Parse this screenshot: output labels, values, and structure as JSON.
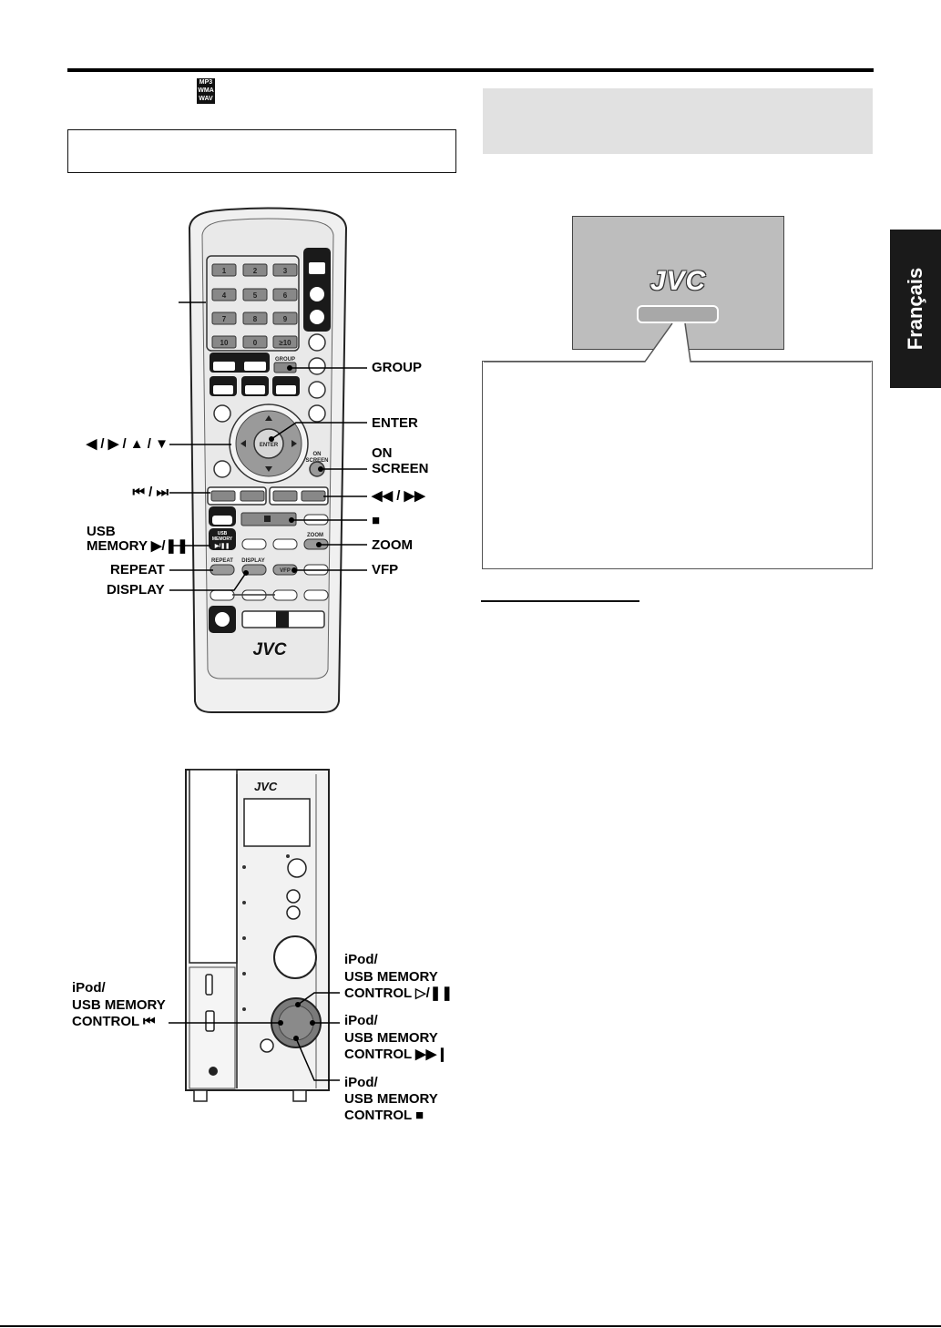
{
  "header": {
    "format_badge": [
      "MP3",
      "WMA",
      "WAV"
    ]
  },
  "side_tab": {
    "label": "Français"
  },
  "tv_screen": {
    "logo": "JVC"
  },
  "remote": {
    "brand": "JVC",
    "numpad": [
      "1",
      "2",
      "3",
      "4",
      "5",
      "6",
      "7",
      "8",
      "9",
      "10",
      "0",
      "≥10"
    ],
    "button_text": {
      "group": "GROUP",
      "enter": "ENTER",
      "on_screen_1": "ON",
      "on_screen_2": "SCREEN",
      "usb_1": "USB",
      "usb_2": "MEMORY",
      "usb_3": "▶/❚❚",
      "zoom": "ZOOM",
      "repeat": "REPEAT",
      "display": "DISPLAY",
      "vfp": "VFP"
    },
    "labels": {
      "group": "GROUP",
      "enter": "ENTER",
      "cursor": "◀ / ▶ / ▲ / ▼",
      "on_screen_1": "ON",
      "on_screen_2": "SCREEN",
      "skip": "⏮ / ⏭",
      "search": "◀◀ / ▶▶",
      "stop": "■",
      "usb_1": "USB",
      "usb_2": "MEMORY ▶/❚❚",
      "zoom": "ZOOM",
      "repeat": "REPEAT",
      "vfp": "VFP",
      "display": "DISPLAY"
    }
  },
  "unit": {
    "brand": "JVC",
    "labels": {
      "prev_1": "iPod/",
      "prev_2": "USB MEMORY",
      "prev_3": "CONTROL ⏮",
      "play_1": "iPod/",
      "play_2": "USB MEMORY",
      "play_3": "CONTROL ▷/❚❚",
      "next_1": "iPod/",
      "next_2": "USB MEMORY",
      "next_3": "CONTROL ▶▶❙",
      "stop_1": "iPod/",
      "stop_2": "USB MEMORY",
      "stop_3": "CONTROL ■"
    }
  }
}
